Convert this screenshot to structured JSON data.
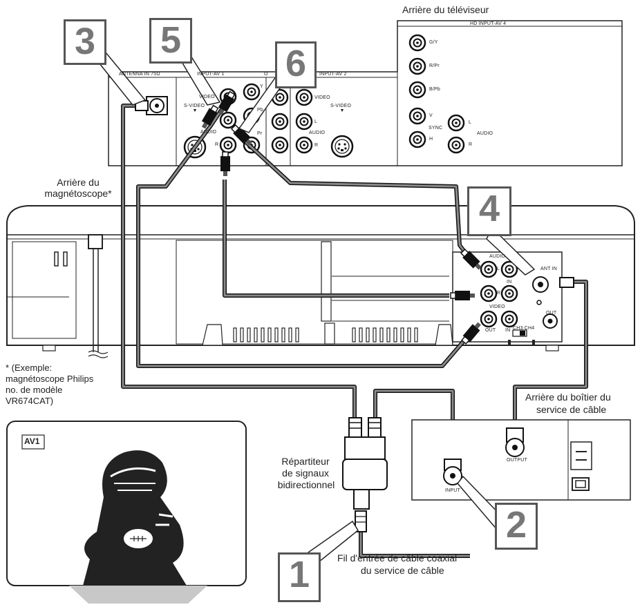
{
  "labels": {
    "tv_rear": "Arrière du téléviseur",
    "vcr_rear_line1": "Arrière du",
    "vcr_rear_line2": "magnétoscope*",
    "example_line1": "* (Exemple:",
    "example_line2": "magnétoscope Philips",
    "example_line3": "no. de modèle",
    "example_line4": "VR674CAT)",
    "cablebox_line1": "Arrière du boîtier du",
    "cablebox_line2": "service de câble",
    "splitter_line1": "Répartiteur",
    "splitter_line2": "de signaux",
    "splitter_line3": "bidirectionnel",
    "coax_line1": "Fil d'entrée de câble coaxial",
    "coax_line2": "du service de câble",
    "screen_badge": "AV1"
  },
  "tv_panel": {
    "hd_input": "HD INPUT-AV 4",
    "antenna": "ANTENNA IN 75Ω",
    "av1": "INPUT-AV 1",
    "av2": "INPUT-AV 2",
    "o": "O",
    "video": "VIDEO",
    "svideo": "S-VIDEO",
    "audio": "AUDIO",
    "L": "L",
    "R": "R",
    "Y": "Y",
    "Pb": "Pb",
    "Pr": "Pr",
    "GY": "G/Y",
    "RPr": "R/Pr",
    "BPb": "B/Pb",
    "V": "V",
    "H": "H",
    "sync": "SYNC"
  },
  "vcr_panel": {
    "audio": "AUDIO",
    "L": "L",
    "R": "R",
    "in": "IN",
    "video": "VIDEO",
    "out": "OUT",
    "in_ch": "IN",
    "ch3ch4": "CH3 CH4",
    "ant_in": "ANT IN",
    "ant_out": "OUT"
  },
  "cable_box": {
    "output": "OUTPUT",
    "input": "INPUT"
  },
  "steps": [
    "1",
    "2",
    "3",
    "4",
    "5",
    "6"
  ]
}
